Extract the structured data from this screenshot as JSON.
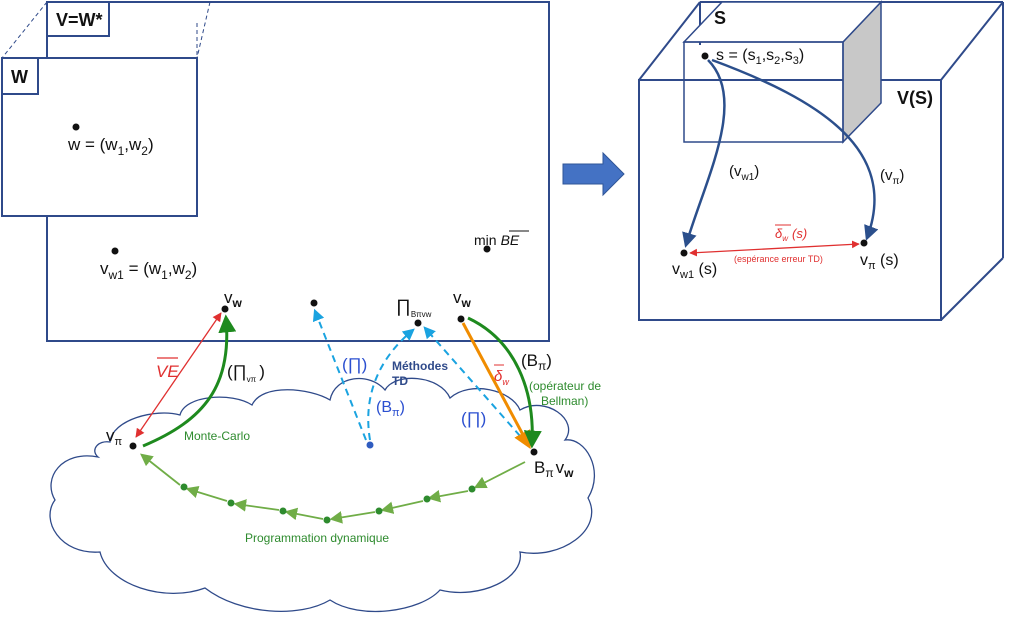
{
  "left_panel": {
    "outer_label": "V=W*",
    "inner_label": "W",
    "w_point": {
      "prefix": "w = (w",
      "sub1": "1",
      "mid": ",w",
      "sub2": "2",
      "suffix": ")"
    },
    "vw1_point": {
      "v": "v",
      "vsub": "w1",
      "prefix": " = (w",
      "sub1": "1",
      "mid": ",w",
      "sub2": "2",
      "suffix": ")"
    },
    "min_be": {
      "min": "min",
      "be": "BE"
    },
    "vw_top": {
      "v": "v",
      "sub": "w"
    },
    "vw_right": {
      "v": "v",
      "sub": "w"
    },
    "pi_b": {
      "pi": "∏",
      "sub": "Bπvw"
    }
  },
  "arrows": {
    "ve_label": "VE",
    "pi_v_label": {
      "open": "(∏",
      "sub": "vπ",
      "close": ")"
    },
    "monte_carlo": "Monte-Carlo",
    "pi_left": "(∏)",
    "pi_right": "(∏)",
    "methodes_td": [
      "Méthodes",
      "TD"
    ],
    "b_pi_center": {
      "open": "(B",
      "sub": "π",
      "close": ")"
    },
    "b_pi_right": {
      "open": "(B",
      "sub": "π",
      "close": ")"
    },
    "operateur": [
      "(opérateur de",
      "Bellman)"
    ],
    "delta_w": {
      "delta": "δ",
      "sub": "w"
    }
  },
  "cloud": {
    "v_pi": {
      "v": "v",
      "sub": "π"
    },
    "b_pi_vw": {
      "b": "B",
      "bsub": "π",
      "v": "v",
      "vsub": "w"
    },
    "prog_dyn": "Programmation dynamique"
  },
  "right_panel": {
    "s_label": "S",
    "vs_label": "V(S)",
    "s_point": {
      "prefix": "s = (s",
      "sub1": "1",
      "mid1": ",s",
      "sub2": "2",
      "mid2": ",s",
      "sub3": "3",
      "suffix": ")"
    },
    "v_w1_arrow": {
      "open": "(v",
      "sub": "w1",
      "close": ")"
    },
    "v_pi_arrow": {
      "open": "(v",
      "sub": "π",
      "close": ")"
    },
    "delta_ws": {
      "delta": "δ",
      "sub": "w",
      "rest": "(s)"
    },
    "esperance": "(espérance erreur TD)",
    "v_w1_s": {
      "v": "v",
      "sub": "w1",
      "rest": " (s)"
    },
    "v_pi_s": {
      "v": "v",
      "sub": "π",
      "rest": " (s)"
    }
  },
  "colors": {
    "frame": "#2f4a8a",
    "green": "#2e8b2e",
    "light_green": "#70ad47",
    "red": "#e03030",
    "orange": "#f08c00",
    "cyan": "#1aa3e0",
    "navy": "#2b4f8c",
    "arrow_fill": "#4472c4"
  }
}
